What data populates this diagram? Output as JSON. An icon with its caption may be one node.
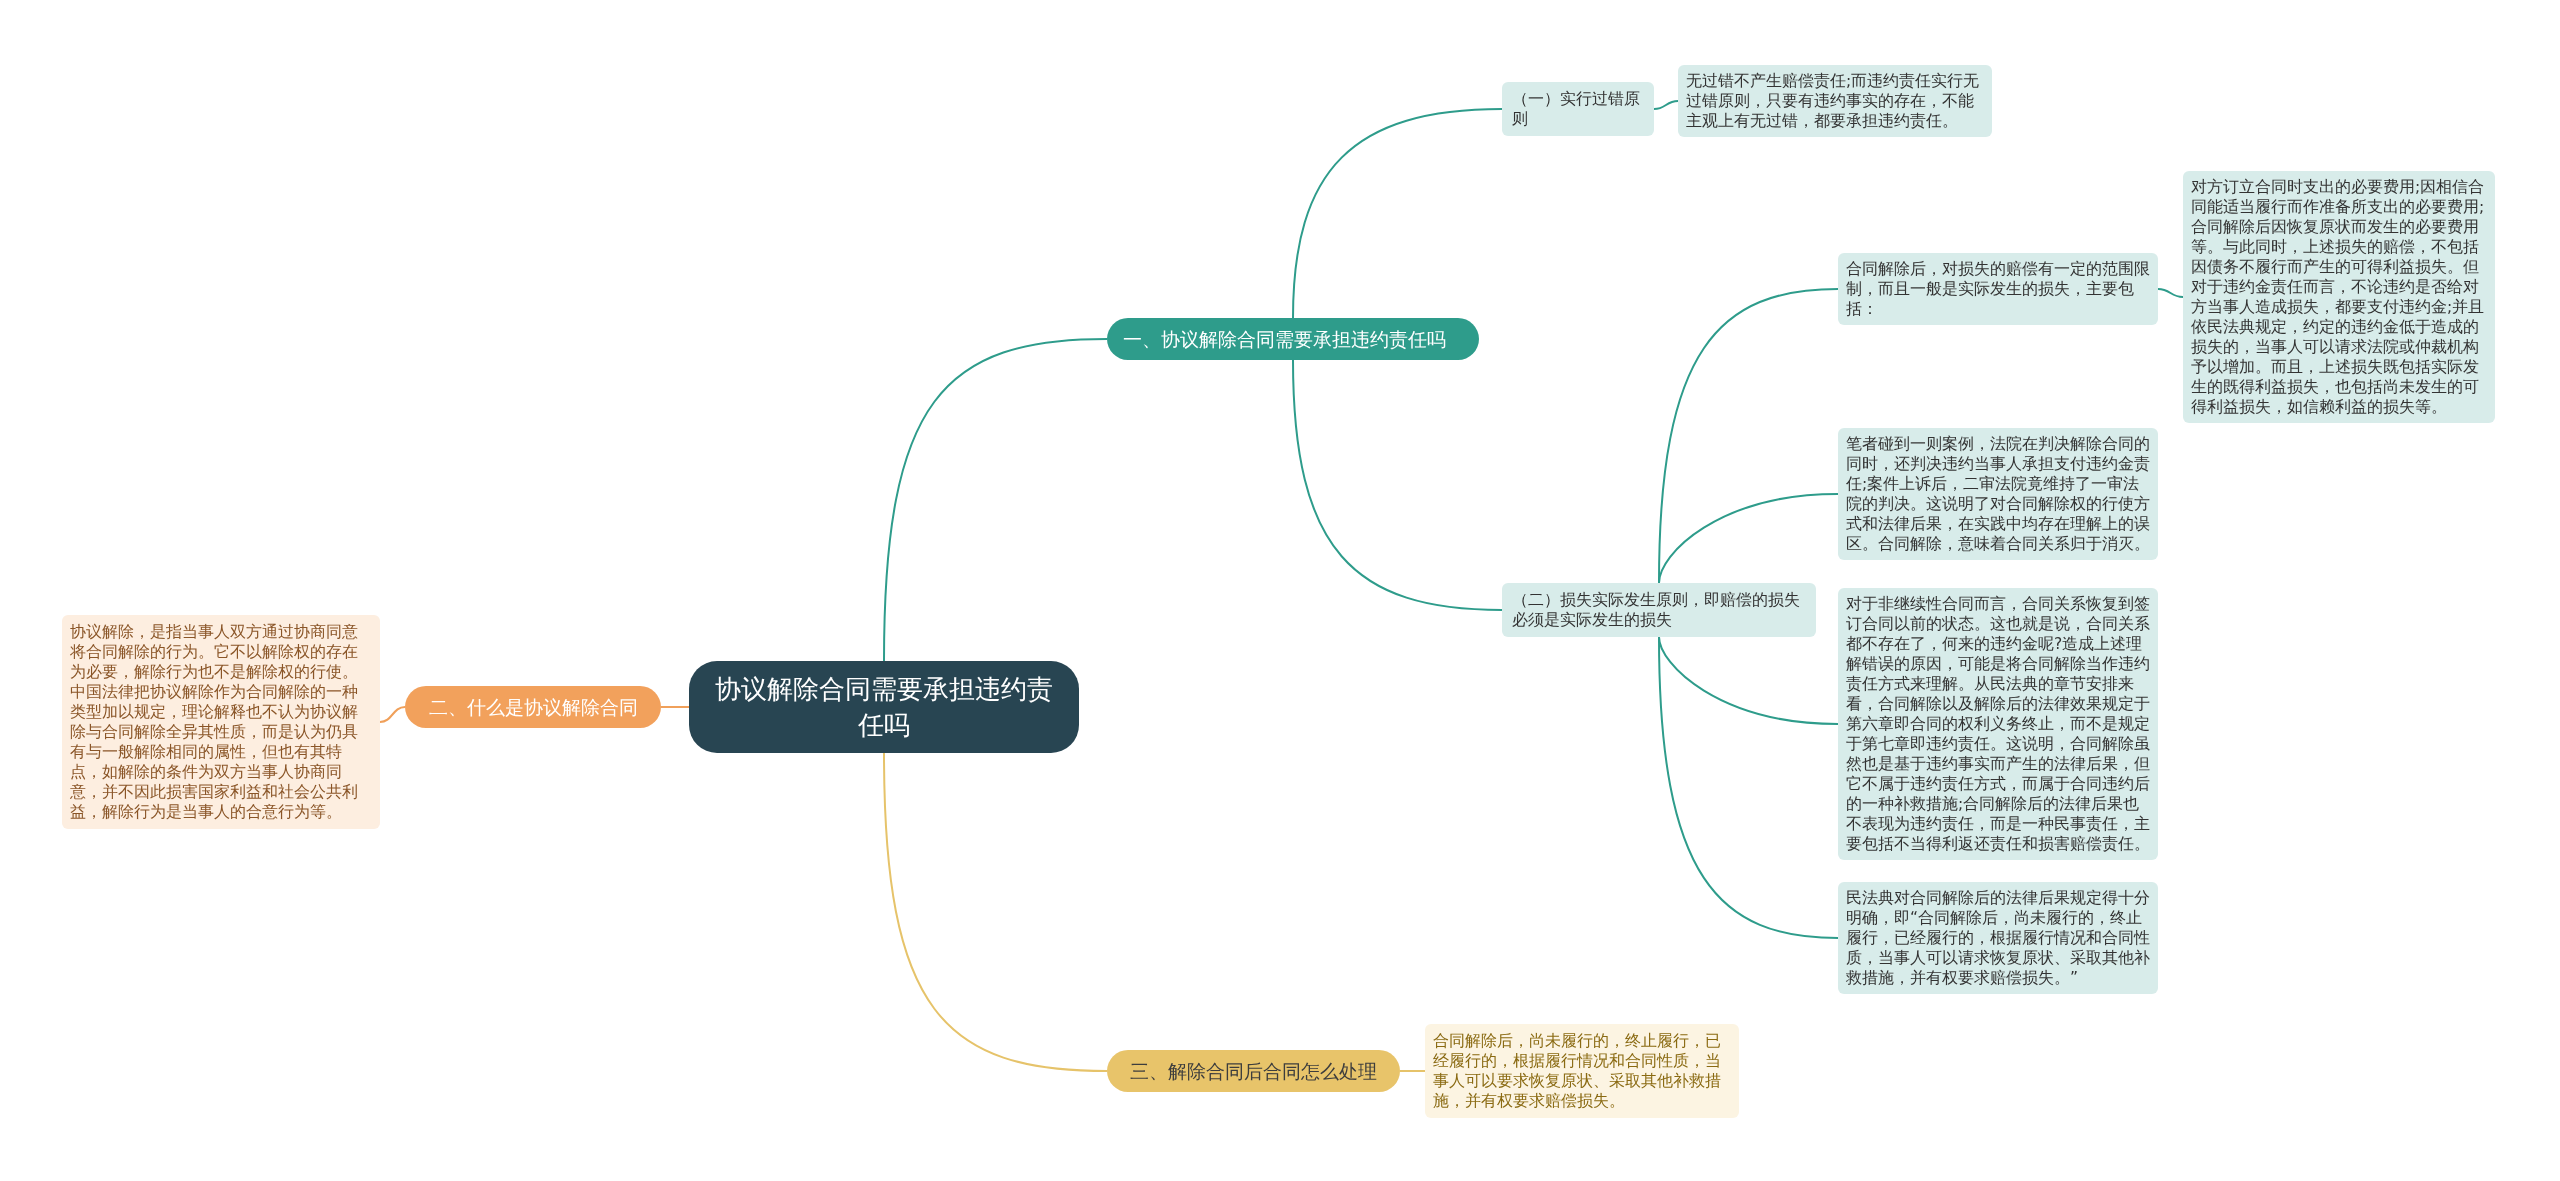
{
  "diagram": {
    "nodes": [
      {
        "text": [
          "协议解除合同需要承担违约责任吗"
        ]
      },
      {
        "text": [
          "一、协议解除合同需要承担违约责任吗"
        ]
      },
      {
        "text": [
          "（一）实行过错原则"
        ]
      },
      {
        "text": [
          "无过错不产生赔偿责任;而违约责任实行无过错原则，只要有违约事实的存在，不能主观上有无过错，都要承担违约责任。"
        ]
      },
      {
        "text": [
          "（二）损失实际发生原则，即赔偿的损失必须是实际发生的损失"
        ]
      },
      {
        "text": [
          "合同解除后，对损失的赔偿有一定的范围限制，而且一般是实际发生的损失，主要包括："
        ]
      },
      {
        "text": [
          "对方订立合同时支出的必要费用;因相信合同能适当履行而作准备所支出的必要费用;合同解除后因恢复原状而发生的必要费用等。与此同时，上述损失的赔偿，不包括因债务不履行而产生的可得利益损失。但对于违约金责任而言，不论违约是否给对方当事人造成损失，都要支付违约金;并且依民法典规定，约定的违约金低于造成的损失的，当事人可以请求法院或仲裁机构予以增加。而且，上述损失既包括实际发生的既得利益损失，也包括尚未发生的可得利益损失，如信赖利益的损失等。"
        ]
      },
      {
        "text": [
          "笔者碰到一则案例，法院在判决解除合同的同时，还判决违约当事人承担支付违约金责任;案件上诉后，二审法院竟维持了一审法院的判决。这说明了对合同解除权的行使方式和法律后果，在实践中均存在理解上的误区。合同解除，意味着合同关系归于消灭。"
        ]
      },
      {
        "text": [
          "对于非继续性合同而言，合同关系恢复到签订合同以前的状态。这也就是说，合同关系都不存在了，何来的违约金呢?造成上述理解错误的原因，可能是将合同解除当作违约责任方式来理解。从民法典的章节安排来看，合同解除以及解除后的法律效果规定于第六章即合同的权利义务终止，而不是规定于第七章即违约责任。这说明，合同解除虽然也是基于违约事实而产生的法律后果，但它不属于违约责任方式，而属于合同违约后的一种补救措施;合同解除后的法律后果也不表现为违约责任，而是一种民事责任，主要包括不当得利返还责任和损害赔偿责任。"
        ]
      },
      {
        "text": [
          "民法典对合同解除后的法律后果规定得十分明确，即“合同解除后，尚未履行的，终止履行，已经履行的，根据履行情况和合同性质，当事人可以请求恢复原状、采取其他补救措施，并有权要求赔偿损失。”"
        ]
      },
      {
        "text": [
          "二、什么是协议解除合同"
        ]
      },
      {
        "text": [
          "协议解除，是指当事人双方通过协商同意将合同解除的行为。它不以解除权的存在为必要，解除行为也不是解除权的行使。中国法律把协议解除作为合同解除的一种类型加以规定，理论解释也不认为协议解除与合同解除全异其性质，而是认为仍具有与一般解除相同的属性，但也有其特点，如解除的条件为双方当事人协商同意，并不因此损害国家利益和社会公共利益，解除行为是当事人的合意行为等。"
        ]
      },
      {
        "text": [
          "三、解除合同后合同怎么处理"
        ]
      },
      {
        "text": [
          "合同解除后，尚未履行的，终止履行，已经履行的，根据履行情况和合同性质，当事人可以要求恢复原状、采取其他补救措施，并有权要求赔偿损失。"
        ]
      }
    ],
    "edges": [
      {
        "from": 0,
        "to": 1,
        "arrow": "none"
      },
      {
        "from": 1,
        "to": 2,
        "arrow": "none"
      },
      {
        "from": 2,
        "to": 3,
        "arrow": "none"
      },
      {
        "from": 1,
        "to": 4,
        "arrow": "none"
      },
      {
        "from": 4,
        "to": 5,
        "arrow": "none"
      },
      {
        "from": 5,
        "to": 6,
        "arrow": "none"
      },
      {
        "from": 4,
        "to": 7,
        "arrow": "none"
      },
      {
        "from": 4,
        "to": 8,
        "arrow": "none"
      },
      {
        "from": 4,
        "to": 9,
        "arrow": "none"
      },
      {
        "from": 0,
        "to": 10,
        "arrow": "none",
        "color": "#f0a05a"
      },
      {
        "from": 10,
        "to": 11,
        "arrow": "none",
        "color": "#f0a05a"
      },
      {
        "from": 0,
        "to": 12,
        "arrow": "none",
        "color": "#e6c36a"
      },
      {
        "from": 12,
        "to": 13,
        "arrow": "none",
        "color": "#e6c36a"
      }
    ]
  }
}
